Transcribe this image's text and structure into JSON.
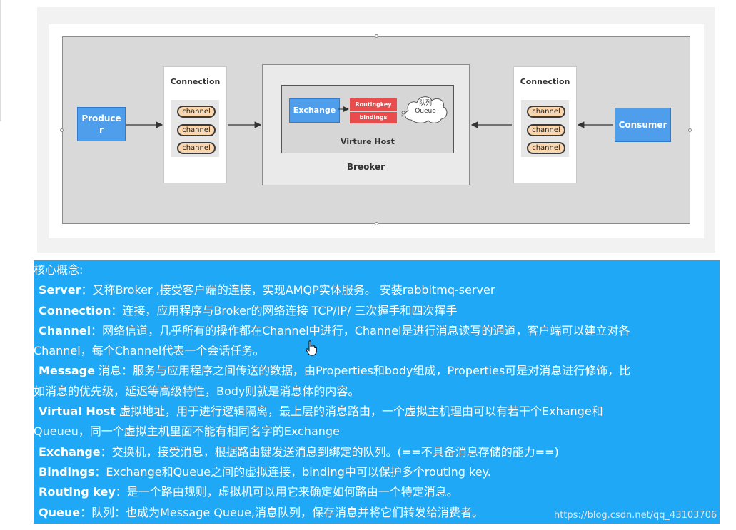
{
  "diagram": {
    "producer_label": "Produce\nr",
    "consumer_label": "Consumer",
    "left_connection": {
      "title": "Connection",
      "channels": [
        "channel",
        "channel",
        "channel"
      ]
    },
    "right_connection": {
      "title": "Connection",
      "channels": [
        "channel",
        "channel",
        "channel"
      ]
    },
    "broker": {
      "label": "Breoker",
      "virtual_host": {
        "label": "Virture Host",
        "exchange_label": "Exchange",
        "routing_key_label": "Routingkey",
        "bindings_label": "bindings",
        "queue_label_cn": "队列",
        "queue_label_en": "Queue"
      }
    },
    "colors": {
      "node_blue": "#4e9eec",
      "routing_red": "#e84c4c",
      "channel_orange": "#fbd5ab"
    }
  },
  "notes": {
    "heading": "核心概念:",
    "items": [
      {
        "term": "Server",
        "sep": "：",
        "lines": [
          "又称Broker ,接受客户端的连接，实现AMQP实体服务。 安装rabbitmq-server"
        ]
      },
      {
        "term": "Connection",
        "sep": "：",
        "lines": [
          "连接，应用程序与Broker的网络连接 TCP/IP/ 三次握手和四次挥手"
        ]
      },
      {
        "term": "Channel",
        "sep": "：",
        "lines": [
          "网络信道，几乎所有的操作都在Channel中进行，Channel是进行消息读写的通道，客户端可以建立对各",
          "Channel，每个Channel代表一个会话任务。"
        ]
      },
      {
        "term": "Message",
        "sep": " ",
        "lines": [
          "消息：服务与应用程序之间传送的数据，由Properties和body组成，Properties可是对消息进行修饰，比",
          "如消息的优先级，延迟等高级特性，Body则就是消息体的内容。"
        ]
      },
      {
        "term": "Virtual Host",
        "sep": " ",
        "lines": [
          "虚拟地址，用于进行逻辑隔离，最上层的消息路由，一个虚拟主机理由可以有若干个Exhange和",
          "Queueu，同一个虚拟主机里面不能有相同名字的Exchange"
        ]
      },
      {
        "term": "Exchange",
        "sep": "：",
        "lines": [
          "交换机，接受消息，根据路由键发送消息到绑定的队列。(==不具备消息存储的能力==)"
        ]
      },
      {
        "term": "Bindings",
        "sep": "：",
        "lines": [
          "Exchange和Queue之间的虚拟连接，binding中可以保护多个routing key."
        ]
      },
      {
        "term": "Routing key",
        "sep": "：",
        "lines": [
          "是一个路由规则，虚拟机可以用它来确定如何路由一个特定消息。"
        ]
      },
      {
        "term": "Queue",
        "sep": "：",
        "lines": [
          "队列：也成为Message Queue,消息队列，保存消息并将它们转发给消费者。"
        ]
      }
    ],
    "background_color": "#1ea8f5"
  },
  "watermark": "https://blog.csdn.net/qq_43103706"
}
